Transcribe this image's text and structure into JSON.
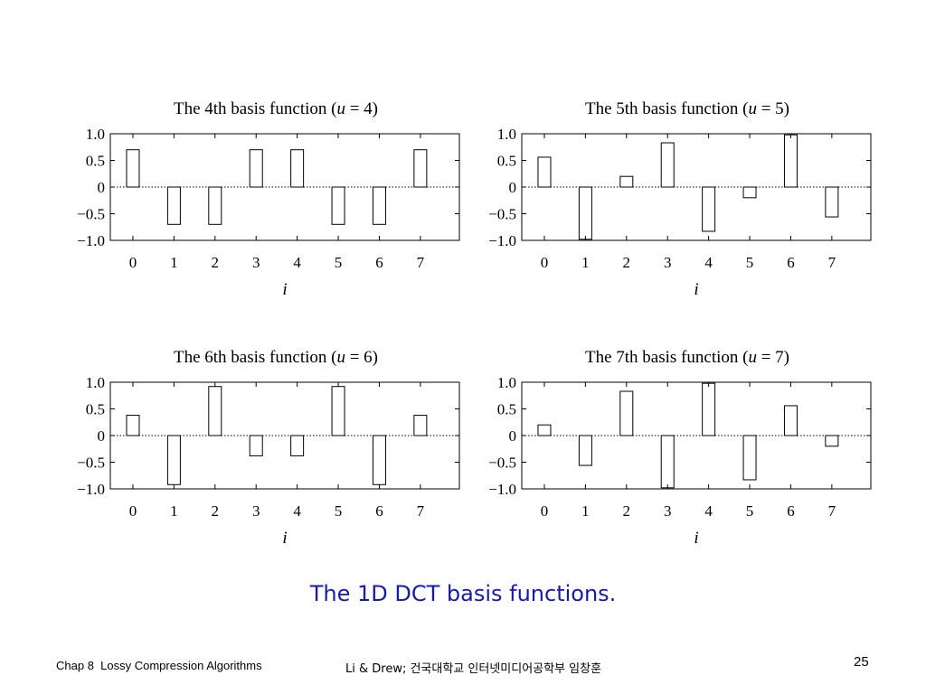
{
  "chart_data": [
    {
      "type": "bar",
      "title_prefix": "The 4th basis function (",
      "title_var": "u",
      "title_suffix": " = 4)",
      "xlabel": "i",
      "categories": [
        "0",
        "1",
        "2",
        "3",
        "4",
        "5",
        "6",
        "7"
      ],
      "values": [
        0.7,
        -0.7,
        -0.7,
        0.7,
        0.7,
        -0.7,
        -0.7,
        0.7
      ],
      "ylim": [
        -1.0,
        1.0
      ],
      "yticks": [
        "1.0",
        "0.5",
        "0",
        "−0.5",
        "−1.0"
      ],
      "ytick_values": [
        1.0,
        0.5,
        0,
        -0.5,
        -1.0
      ]
    },
    {
      "type": "bar",
      "title_prefix": "The 5th basis function (",
      "title_var": "u",
      "title_suffix": " = 5)",
      "xlabel": "i",
      "categories": [
        "0",
        "1",
        "2",
        "3",
        "4",
        "5",
        "6",
        "7"
      ],
      "values": [
        0.56,
        -0.98,
        0.2,
        0.83,
        -0.83,
        -0.2,
        0.98,
        -0.56
      ],
      "ylim": [
        -1.0,
        1.0
      ],
      "yticks": [
        "1.0",
        "0.5",
        "0",
        "−0.5",
        "−1.0"
      ],
      "ytick_values": [
        1.0,
        0.5,
        0,
        -0.5,
        -1.0
      ]
    },
    {
      "type": "bar",
      "title_prefix": "The 6th basis function (",
      "title_var": "u",
      "title_suffix": " = 6)",
      "xlabel": "i",
      "categories": [
        "0",
        "1",
        "2",
        "3",
        "4",
        "5",
        "6",
        "7"
      ],
      "values": [
        0.38,
        -0.92,
        0.92,
        -0.38,
        -0.38,
        0.92,
        -0.92,
        0.38
      ],
      "ylim": [
        -1.0,
        1.0
      ],
      "yticks": [
        "1.0",
        "0.5",
        "0",
        "−0.5",
        "−1.0"
      ],
      "ytick_values": [
        1.0,
        0.5,
        0,
        -0.5,
        -1.0
      ]
    },
    {
      "type": "bar",
      "title_prefix": "The 7th basis function (",
      "title_var": "u",
      "title_suffix": " = 7)",
      "xlabel": "i",
      "categories": [
        "0",
        "1",
        "2",
        "3",
        "4",
        "5",
        "6",
        "7"
      ],
      "values": [
        0.2,
        -0.56,
        0.83,
        -0.98,
        0.98,
        -0.83,
        0.56,
        -0.2
      ],
      "ylim": [
        -1.0,
        1.0
      ],
      "yticks": [
        "1.0",
        "0.5",
        "0",
        "−0.5",
        "−1.0"
      ],
      "ytick_values": [
        1.0,
        0.5,
        0,
        -0.5,
        -1.0
      ]
    }
  ],
  "caption": "The 1D DCT basis functions.",
  "footer": {
    "chapter": "Chap 8  Lossy Compression Algorithms",
    "author": "Li & Drew; 건국대학교 인터넷미디어공학부 임창훈",
    "page_number": "25"
  },
  "colors": {
    "caption": "#1a1aa8",
    "bar_fill": "#ffffff",
    "bar_stroke": "#000000"
  }
}
